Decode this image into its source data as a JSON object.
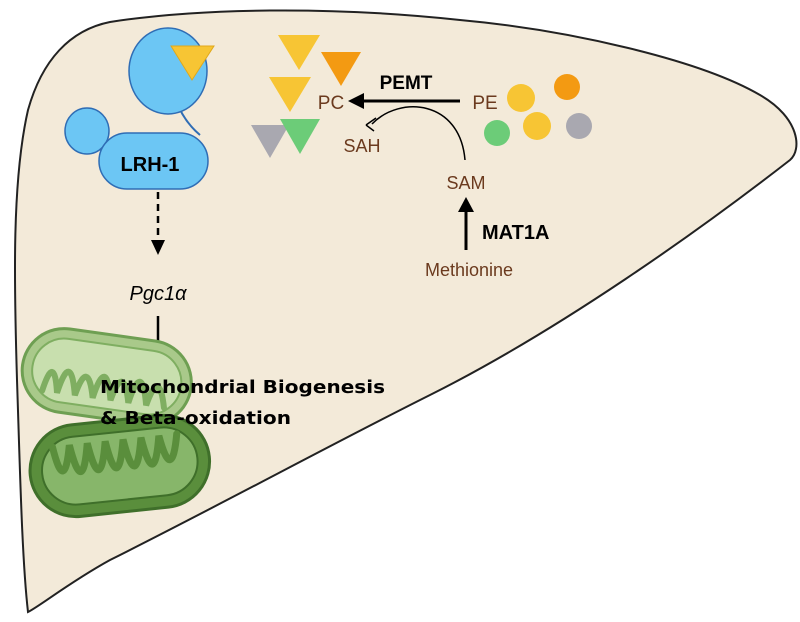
{
  "labels": {
    "lrh1": "LRH-1",
    "pgc1a": "Pgc1α",
    "outcome_line1": "Mitochondrial Biogenesis",
    "outcome_line2": "& Beta-oxidation",
    "pemt": "PEMT",
    "pc": "PC",
    "pe": "PE",
    "sah": "SAH",
    "sam": "SAM",
    "mat1a": "MAT1A",
    "methionine": "Methionine"
  },
  "colors": {
    "liver_fill": "#f3ead9",
    "liver_stroke": "#222222",
    "receptor_blue": "#6cc6f4",
    "receptor_stroke": "#2f6db5",
    "ligand_yellow": "#f7c534",
    "ligand_orange": "#f39a12",
    "ligand_gray": "#a9a8b0",
    "ligand_green": "#6ccc78",
    "metabolite_brown": "#6b3a1e",
    "mito_light": "#a9c98a",
    "mito_dark": "#5a8e3c"
  },
  "icons": {
    "liver": "liver-outline-icon",
    "receptor": "lrh1-receptor-icon",
    "mitochondrion": "mitochondrion-icon"
  }
}
